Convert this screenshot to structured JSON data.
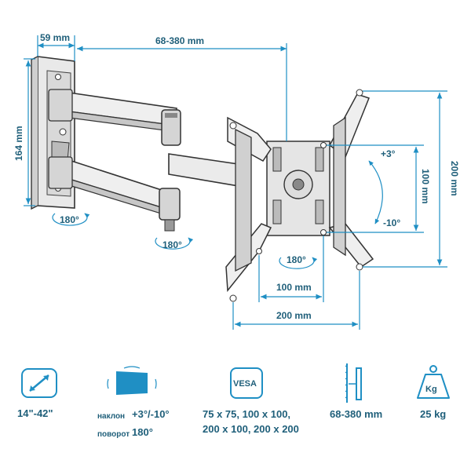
{
  "dimensions": {
    "depth_min": "59 mm",
    "arm_range": "68-380 mm",
    "wall_height": "164 mm",
    "plate_height_outer": "200 mm",
    "plate_height_inner": "100 mm",
    "plate_width_inner": "100 mm",
    "plate_width_outer": "200 mm",
    "tilt_up": "+3°",
    "tilt_down": "-10°"
  },
  "rotations": {
    "wall": "180°",
    "arm": "180°",
    "plate": "180°"
  },
  "specs": {
    "size": "14\"-42\"",
    "tilt_label": "наклон",
    "tilt_value": "+3°/-10°",
    "swivel_label": "поворот",
    "swivel_value": "180°",
    "vesa_badge": "VESA",
    "vesa_line1": "75 x 75, 100 x 100,",
    "vesa_line2": "200 x 100, 200 x 200",
    "distance": "68-380 mm",
    "weight_badge": "Kg",
    "weight": "25 kg"
  },
  "colors": {
    "accent": "#1f8fc4",
    "text": "#1f5f7a",
    "metal": "#555555"
  }
}
